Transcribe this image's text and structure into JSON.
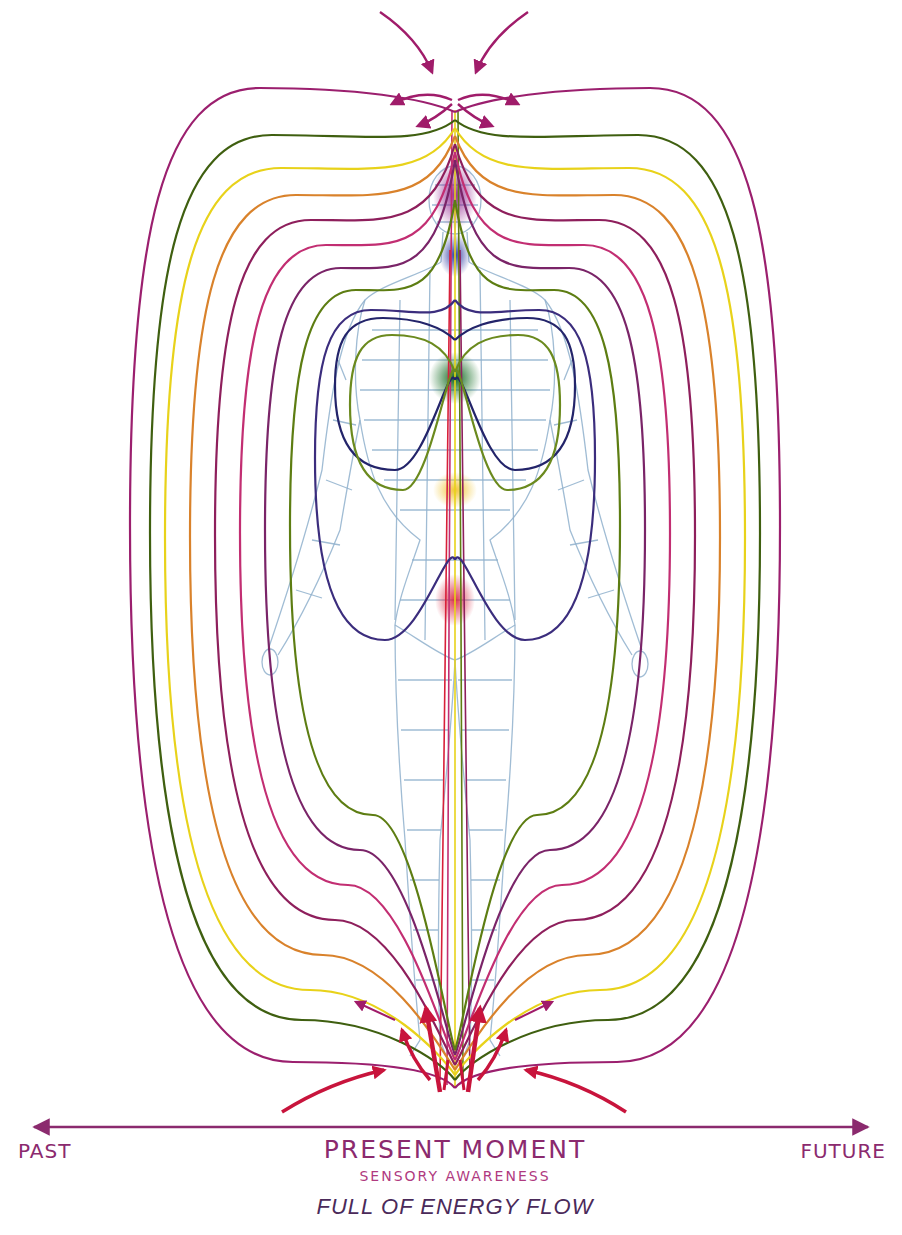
{
  "diagram": {
    "labels": [
      "PAST",
      "PRESENT MOMENT",
      "FUTURE",
      "SENSORY AWARENESS",
      "FULL OF ENERGY FLOW"
    ]
  }
}
